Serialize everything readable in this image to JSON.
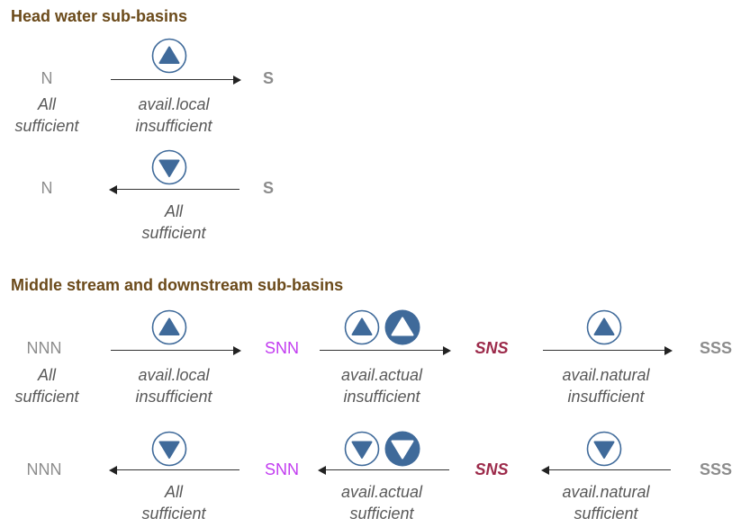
{
  "headwater": {
    "heading": "Head water sub-basins",
    "row1": {
      "from": "N",
      "to": "S",
      "from_cond_line1": "All",
      "from_cond_line2": "sufficient",
      "arrow_cond_line1": "avail.local",
      "arrow_cond_line2": "insufficient",
      "icon": "triangle-up-outline-icon"
    },
    "row2": {
      "from": "N",
      "to": "S",
      "arrow_cond_line1": "All",
      "arrow_cond_line2": "sufficient",
      "icon": "triangle-down-outline-icon"
    }
  },
  "midstream": {
    "heading": "Middle stream and downstream sub-basins",
    "row1": {
      "state1": "NNN",
      "state2": "SNN",
      "state3": "SNS",
      "state4": "SSS",
      "state1_cond_line1": "All",
      "state1_cond_line2": "sufficient",
      "arrow1_cond_line1": "avail.local",
      "arrow1_cond_line2": "insufficient",
      "arrow2_cond_line1": "avail.actual",
      "arrow2_cond_line2": "insufficient",
      "arrow3_cond_line1": "avail.natural",
      "arrow3_cond_line2": "insufficient"
    },
    "row2": {
      "state1": "NNN",
      "state2": "SNN",
      "state3": "SNS",
      "state4": "SSS",
      "arrow1_cond_line1": "All",
      "arrow1_cond_line2": "sufficient",
      "arrow2_cond_line1": "avail.actual",
      "arrow2_cond_line2": "sufficient",
      "arrow3_cond_line1": "avail.natural",
      "arrow3_cond_line2": "sufficient"
    }
  },
  "colors": {
    "heading": "#6b4a1a",
    "state_gray": "#8c8c8c",
    "state_snn": "#c23cf0",
    "state_sns": "#9c2a4a",
    "icon_blue": "#3f6a9a"
  }
}
